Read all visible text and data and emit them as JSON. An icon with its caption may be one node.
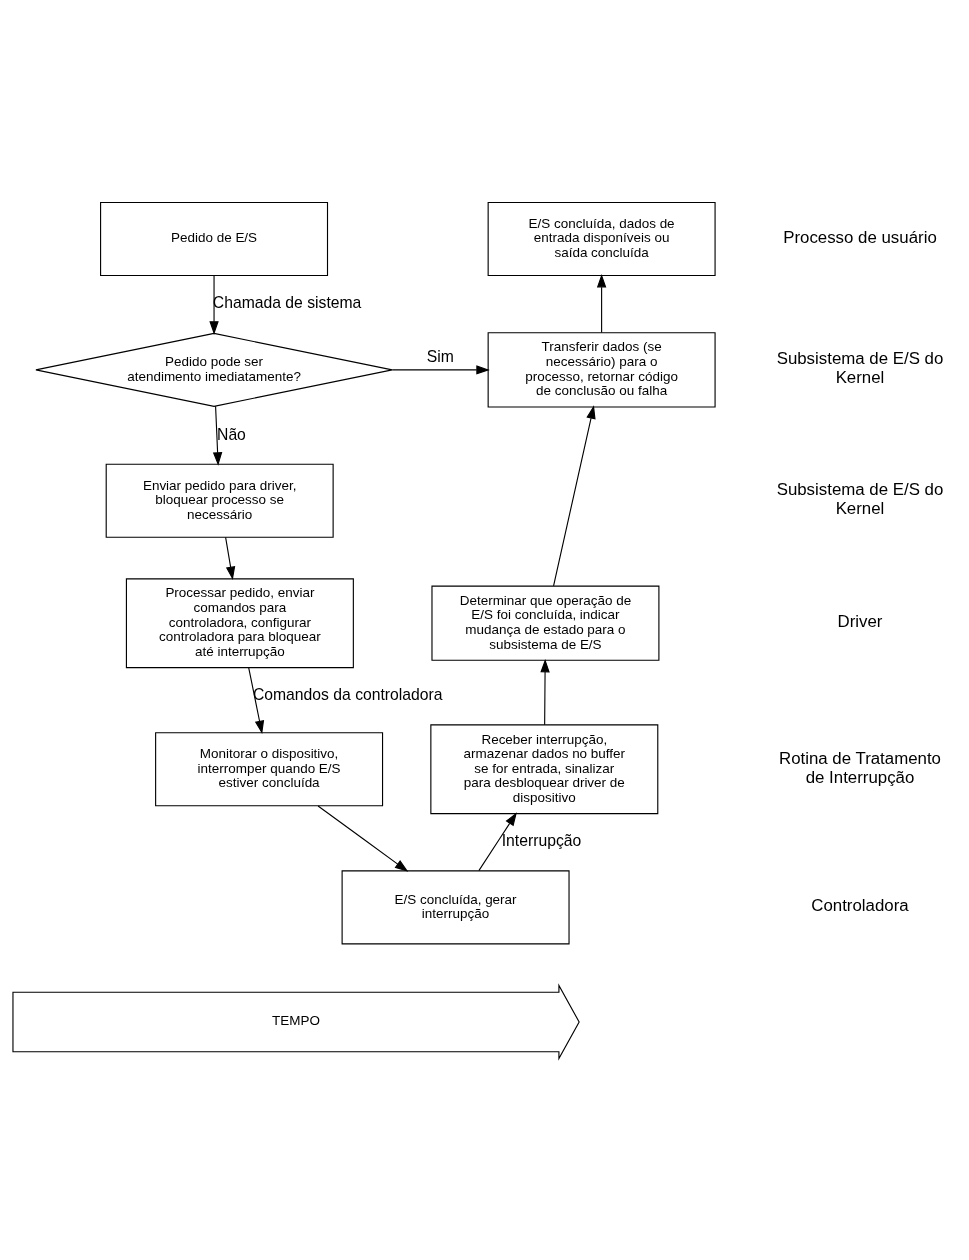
{
  "diagram": {
    "nodes": [
      {
        "text": [
          "Pedido de E/S"
        ]
      },
      {
        "text": [
          "Pedido pode ser atendimento imediatamente?"
        ]
      },
      {
        "text": [
          "Enviar pedido para driver, bloquear processo se necessário"
        ]
      },
      {
        "text": [
          "Processar pedido, enviar comandos para controladora, configurar controladora para bloquear até interrupção"
        ]
      },
      {
        "text": [
          "Monitorar o dispositivo, interromper quando E/S estiver concluída"
        ]
      },
      {
        "text": [
          "E/S concluída, gerar interrupção"
        ]
      },
      {
        "text": [
          "Receber interrupção, armazenar dados no buffer se for entrada, sinalizar para desbloquear driver de dispositivo"
        ]
      },
      {
        "text": [
          "Determinar que operação de E/S foi concluída, indicar mudança de estado para o subsistema de E/S"
        ]
      },
      {
        "text": [
          "Transferir dados (se necessário) para o processo, retornar código de conclusão ou falha"
        ]
      },
      {
        "text": [
          "E/S concluída, dados de entrada disponíveis ou saída concluída"
        ]
      },
      {
        "text": [
          "TEMPO"
        ]
      }
    ],
    "edges": [
      {
        "from": 0,
        "to": 1,
        "arrow": "to",
        "label": "Chamada de sistema"
      },
      {
        "from": 1,
        "to": 8,
        "arrow": "to",
        "label": "Sim"
      },
      {
        "from": 1,
        "to": 2,
        "arrow": "to",
        "label": "Não"
      },
      {
        "from": 2,
        "to": 3,
        "arrow": "to"
      },
      {
        "from": 3,
        "to": 4,
        "arrow": "to",
        "label": "Comandos da controladora"
      },
      {
        "from": 4,
        "to": 5,
        "arrow": "to"
      },
      {
        "from": 5,
        "to": 6,
        "arrow": "to",
        "label": "Interrupção"
      },
      {
        "from": 6,
        "to": 7,
        "arrow": "to"
      },
      {
        "from": 7,
        "to": 8,
        "arrow": "to"
      },
      {
        "from": 8,
        "to": 9,
        "arrow": "to"
      }
    ],
    "labels": [
      "Processo de usuário",
      "Subsistema de E/S do Kernel",
      "Subsistema de E/S do Kernel",
      "Driver",
      "Rotina de Tratamento de Interrupção",
      "Controladora"
    ]
  }
}
